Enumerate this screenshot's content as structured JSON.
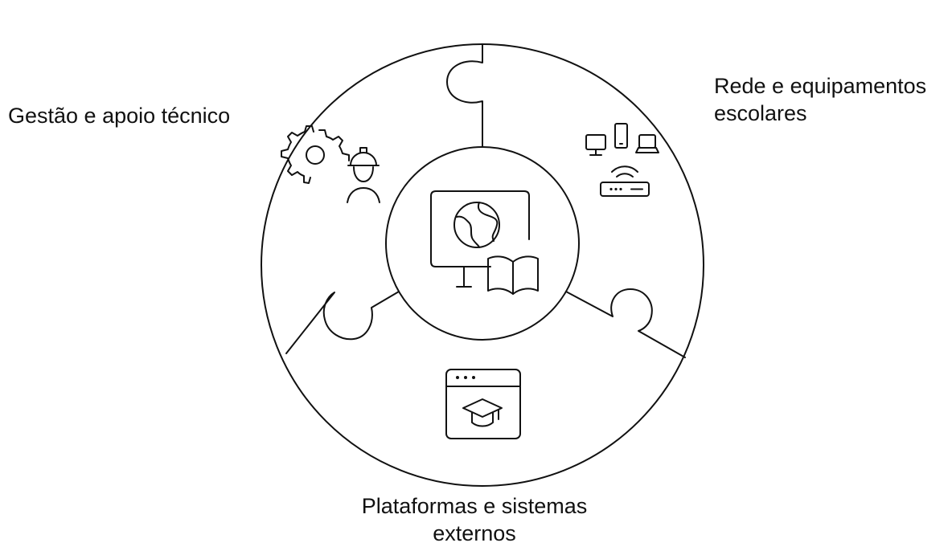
{
  "segments": [
    {
      "name": "Gestão e apoio técnico",
      "lines": [
        "Gestão e apoio técnico"
      ],
      "icon": "gear-technician-icon"
    },
    {
      "name": "Rede e equipamentos escolares",
      "lines": [
        "Rede e equipamentos",
        "escolares"
      ],
      "icon": "devices-router-icon"
    },
    {
      "name": "Plataformas e sistemas externos",
      "lines": [
        "Plataformas e sistemas",
        "externos"
      ],
      "icon": "browser-graduation-cap-icon"
    }
  ],
  "center": {
    "icon": "monitor-globe-book-icon"
  },
  "colors": {
    "stroke": "#111111",
    "background": "#ffffff"
  }
}
